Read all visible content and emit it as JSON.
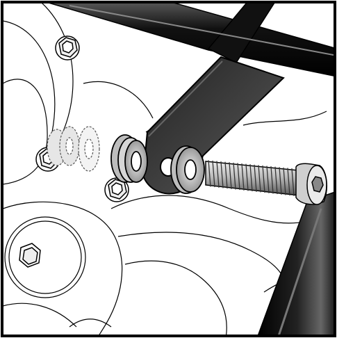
{
  "figure": {
    "kind": "exploded-assembly-illustration",
    "frame_color": "#000000",
    "tube_color": "#1a1a1a",
    "bracket_color": "#333333",
    "washer_color": "#c9c9c9",
    "background_color": "#ffffff",
    "parts": [
      {
        "name": "frame-tube-top",
        "icon": "tube"
      },
      {
        "name": "frame-tube-right",
        "icon": "tube"
      },
      {
        "name": "mount-bracket",
        "icon": "bracket"
      },
      {
        "name": "spacer-stack",
        "icon": "washer"
      },
      {
        "name": "flat-washer",
        "icon": "washer"
      },
      {
        "name": "socket-head-cap-screw",
        "icon": "screw"
      },
      {
        "name": "ghost-washers-dashed",
        "icon": "washer-outline"
      },
      {
        "name": "flange-bolts",
        "icon": "hex-bolt"
      },
      {
        "name": "engine-case-outline",
        "icon": "case"
      }
    ]
  }
}
